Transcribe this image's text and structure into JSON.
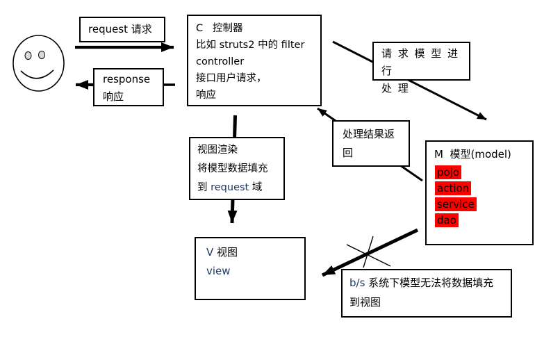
{
  "colors": {
    "background": "#ffffff",
    "line": "#000000",
    "box_border": "#000000",
    "highlight_red": "#ff0000",
    "latin_navy": "#1f3864",
    "smiley_eye_fill": "#d9d9d9"
  },
  "boxes": {
    "request": {
      "label": "request 请求"
    },
    "response": {
      "line1": "response",
      "line2": "响应"
    },
    "controller": {
      "line1": "C   控制器",
      "line2": "比如 struts2 中的 filter",
      "line3": "controller",
      "line4": "接口用户请求，",
      "line5": "响应"
    },
    "request_model": {
      "line1": "请 求 模 型 进 行",
      "line2": "处 理"
    },
    "result_return": {
      "line1": "处理结果返",
      "line2": "回"
    },
    "model": {
      "title": "M  模型(model)",
      "items": [
        "pojo",
        "action",
        "service",
        "dao"
      ]
    },
    "view_render": {
      "line1": "视图渲染",
      "line2": "将模型数据填充",
      "line3_prefix": "到 ",
      "line3_latin": "request",
      "line3_suffix": " 域"
    },
    "view": {
      "line1_latin": "V",
      "line1_zh": " 视图",
      "line2": "view"
    },
    "bs_note": {
      "line1_latin": "b/s",
      "line1_zh": " 系统下模型无法将数据填充",
      "line2": "到视图"
    }
  }
}
